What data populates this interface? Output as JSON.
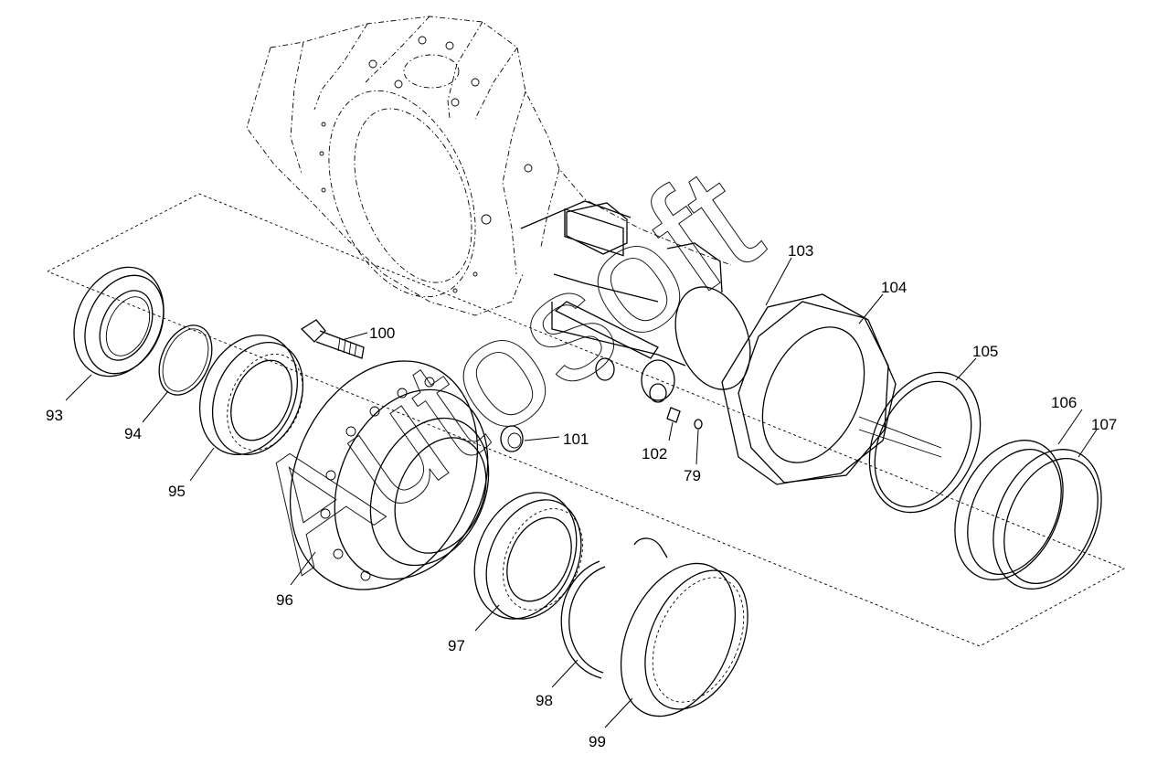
{
  "diagram": {
    "watermark": "Autosoft",
    "parts": [
      {
        "id": "p93",
        "label": "93"
      },
      {
        "id": "p94",
        "label": "94"
      },
      {
        "id": "p95",
        "label": "95"
      },
      {
        "id": "p96",
        "label": "96"
      },
      {
        "id": "p97",
        "label": "97"
      },
      {
        "id": "p98",
        "label": "98"
      },
      {
        "id": "p99",
        "label": "99"
      },
      {
        "id": "p100",
        "label": "100"
      },
      {
        "id": "p101",
        "label": "101"
      },
      {
        "id": "p102",
        "label": "102"
      },
      {
        "id": "p79",
        "label": "79"
      },
      {
        "id": "p103",
        "label": "103"
      },
      {
        "id": "p104",
        "label": "104"
      },
      {
        "id": "p105",
        "label": "105"
      },
      {
        "id": "p106",
        "label": "106"
      },
      {
        "id": "p107",
        "label": "107"
      }
    ]
  }
}
